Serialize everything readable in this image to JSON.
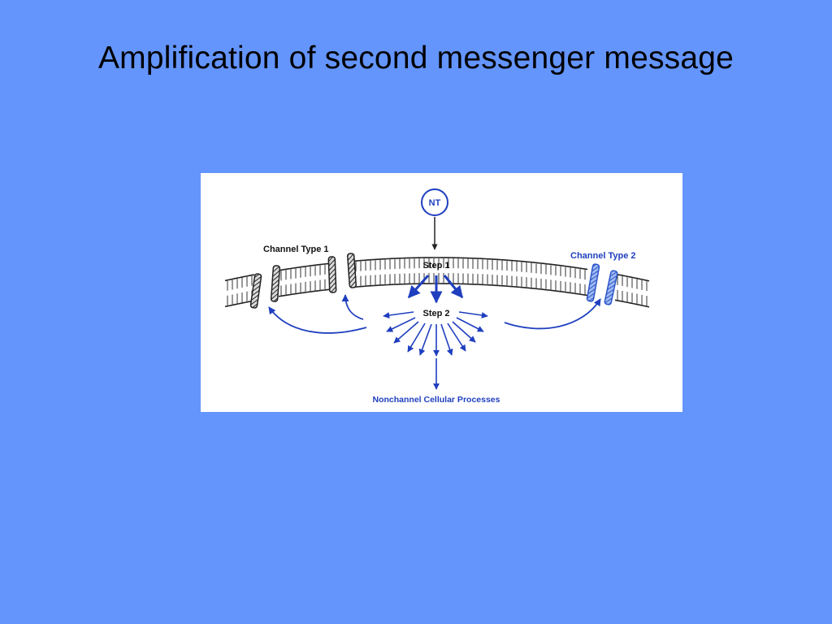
{
  "slide": {
    "title": "Amplification of second messenger message"
  },
  "diagram": {
    "nt_label": "NT",
    "step1_label": "Step 1",
    "step2_label": "Step 2",
    "channel1_label": "Channel Type 1",
    "channel2_label": "Channel Type 2",
    "nonchannel_label": "Nonchannel Cellular Processes",
    "colors": {
      "background": "#6495fc",
      "figure_bg": "#ffffff",
      "arrow_blue": "#1f3fbf",
      "label_blue": "#1f3fbf",
      "membrane_dark": "#222222",
      "channel2_fill": "#4f7fe0"
    }
  }
}
